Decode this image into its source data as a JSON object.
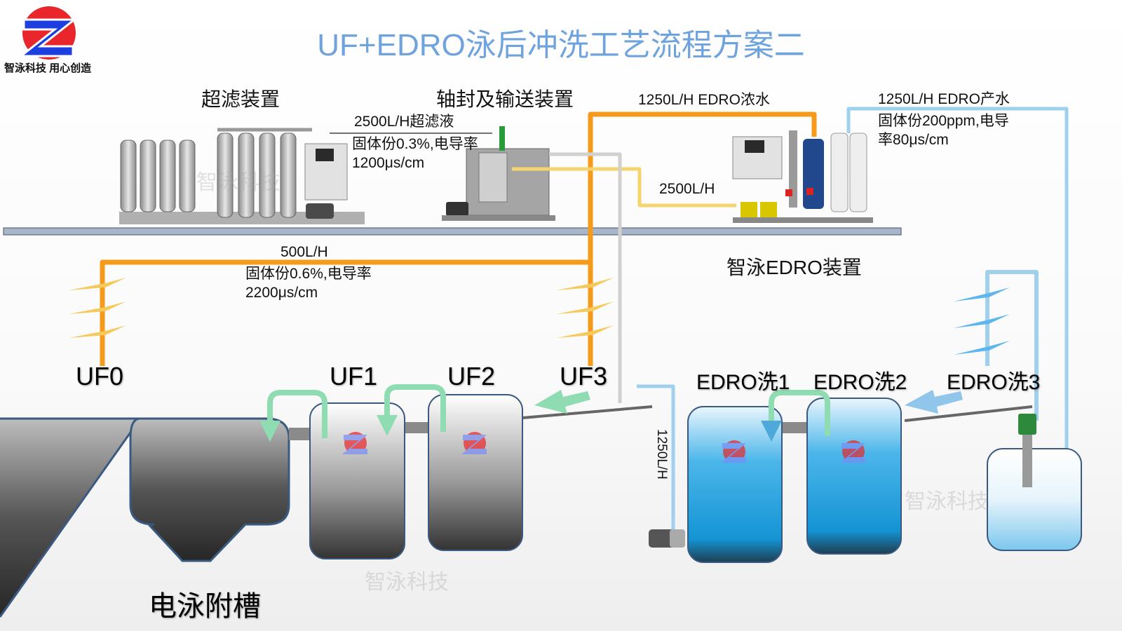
{
  "title": "UF+EDRO泳后冲洗工艺流程方案二",
  "logo": {
    "text": "智泳科技 用心创造",
    "colors": [
      "#e8262b",
      "#1d3fe0"
    ]
  },
  "equipment": {
    "uf_device": "超滤装置",
    "shaft_device": "轴封及输送装置",
    "edro_device": "智泳EDRO装置"
  },
  "flows": {
    "uf_permeate": [
      "2500L/H超滤液",
      "固体份0.3%,电导率",
      "1200μs/cm"
    ],
    "edro_concentrate": "1250L/H EDRO浓水",
    "edro_product": [
      "1250L/H EDRO产水",
      "固体份200ppm,电导",
      "率80μs/cm"
    ],
    "feed_2500": "2500L/H",
    "main_500": [
      "500L/H",
      "固体份0.6%,电导率",
      "2200μs/cm"
    ],
    "pump_1250": "1250L/H"
  },
  "tanks": {
    "uf0": "UF0",
    "uf1": "UF1",
    "uf2": "UF2",
    "uf3": "UF3",
    "edro1": "EDRO洗1",
    "edro2": "EDRO洗2",
    "edro3": "EDRO洗3",
    "ep_tank": "电泳附槽"
  },
  "watermark": "智泳科技",
  "colors": {
    "title": "#6fa3dd",
    "orange": "#f59a1b",
    "yellow": "#f5d46e",
    "light_blue": "#9fd0ee",
    "green": "#8fdcb3",
    "gray": "#cfcfcf"
  }
}
